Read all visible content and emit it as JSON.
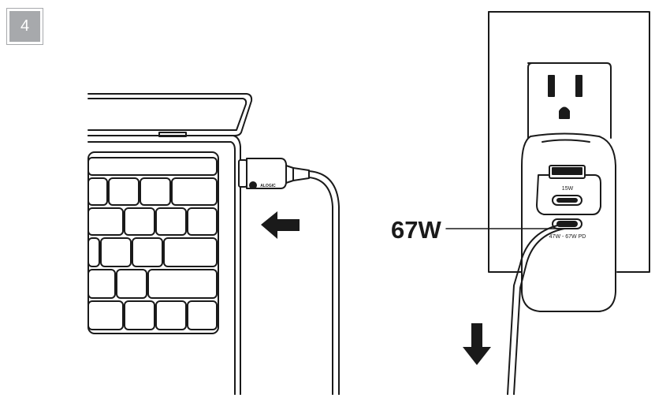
{
  "step": {
    "number": "4"
  },
  "charger": {
    "watt_callout": "67W",
    "port_usb_a_label": "15W",
    "port_usb_c_label": "47W - 67W PD"
  },
  "cable": {
    "brand_text": "ALOGIC"
  },
  "colors": {
    "line": "#1a1a1a",
    "badge": "#a7a9ac",
    "background": "#ffffff"
  }
}
